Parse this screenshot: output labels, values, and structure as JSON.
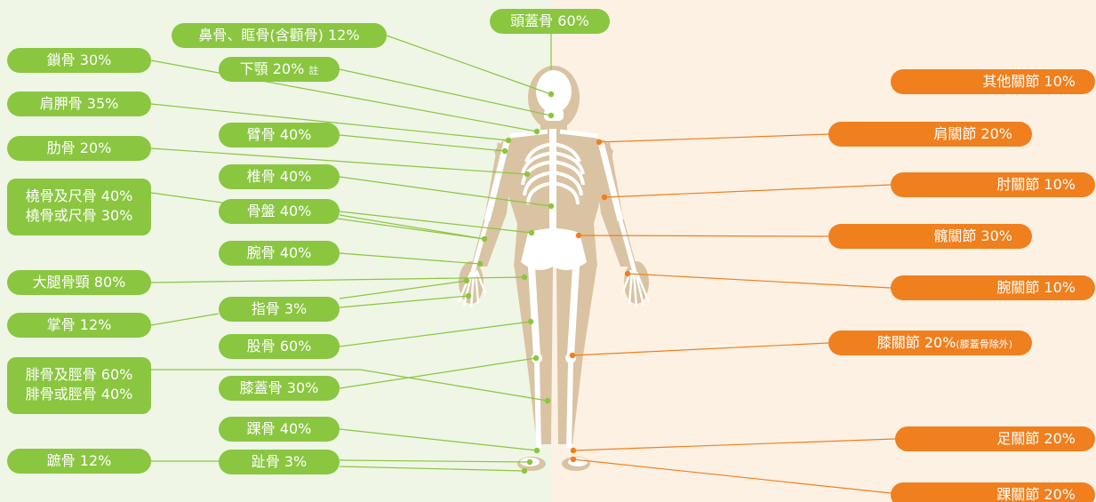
{
  "colors": {
    "bone_accent": "#8ac640",
    "joint_accent": "#f07f1e",
    "bone_bg": "#eff6e6",
    "joint_bg": "#fdf1e4"
  },
  "bones": {
    "skull": "頭蓋骨 60%",
    "nasal_orbital": "鼻骨、眶骨(含顴骨) 12%",
    "clavicle": "鎖骨 30%",
    "mandible": "下顎 20%",
    "mandible_note": "註",
    "scapula": "肩胛骨 35%",
    "humerus": "臂骨 40%",
    "rib": "肋骨 20%",
    "vertebra": "椎骨 40%",
    "radius_ulna_both": "橈骨及尺骨 40%",
    "radius_ulna_either": "橈骨或尺骨 30%",
    "pelvis": "骨盤 40%",
    "carpal": "腕骨 40%",
    "femoral_neck": "大腿骨頸 80%",
    "phalanx": "指骨 3%",
    "metacarpal": "掌骨 12%",
    "femur": "股骨 60%",
    "fibula_tibia_both": "腓骨及脛骨 60%",
    "fibula_tibia_either": "腓骨或脛骨 40%",
    "patella": "膝蓋骨 30%",
    "tarsal": "踝骨 40%",
    "metatarsal": "蹠骨 12%",
    "toe": "趾骨 3%"
  },
  "joints": {
    "other": "其他關節 10%",
    "shoulder": "肩關節 20%",
    "elbow": "肘關節 10%",
    "hip": "髖關節 30%",
    "wrist": "腕關節 10%",
    "knee": "膝關節 20%",
    "knee_note": "(膝蓋骨除外)",
    "ankle": "足關節 20%",
    "foot": "踝關節 20%"
  }
}
